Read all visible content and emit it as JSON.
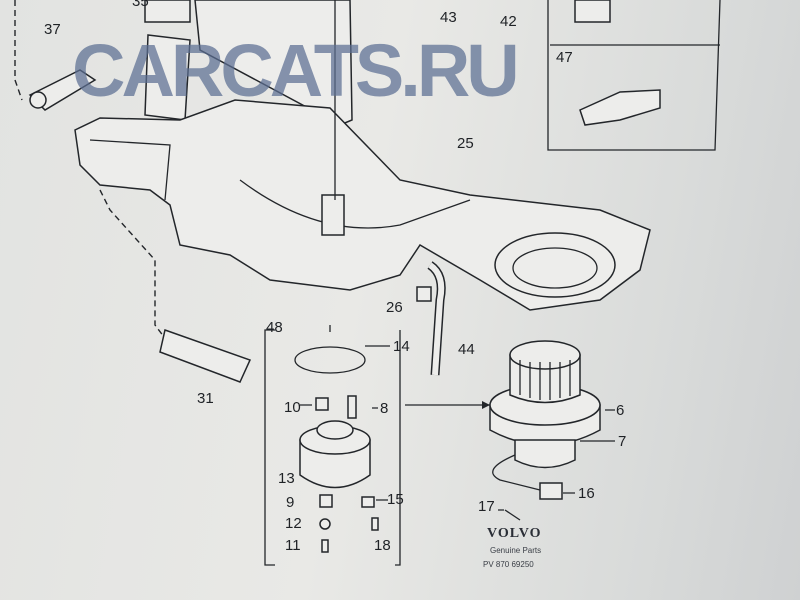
{
  "watermark": "CARCATS.RU",
  "labels": {
    "l35": "35",
    "l37": "37",
    "l43": "43",
    "l42": "42",
    "l47": "47",
    "l25": "25",
    "l26": "26",
    "l48": "48",
    "l14": "14",
    "l44": "44",
    "l31": "31",
    "l10": "10",
    "l8": "8",
    "l6": "6",
    "l7": "7",
    "l13": "13",
    "l9": "9",
    "l15": "15",
    "l16": "16",
    "l17": "17",
    "l12": "12",
    "l11": "11",
    "l18": "18"
  },
  "brand": {
    "name": "VOLVO",
    "subtitle": "Genuine Parts",
    "code": "PV 870 69250"
  }
}
